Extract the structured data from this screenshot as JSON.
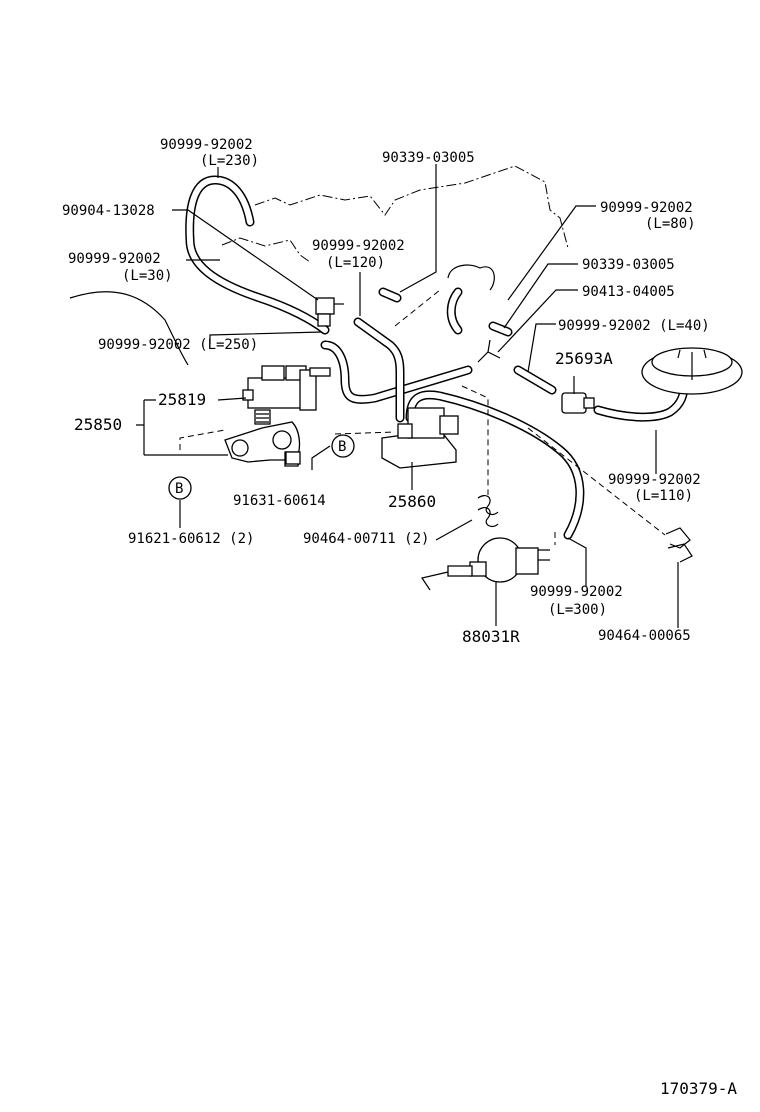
{
  "labels": {
    "hose_l230_part": "90999-92002",
    "hose_l230_len": "(L=230)",
    "clip_90339_top": "90339-03005",
    "hose_l80_part": "90999-92002",
    "hose_l80_len": "(L=80)",
    "part_90904": "90904-13028",
    "hose_l120_part": "90999-92002",
    "hose_l120_len": "(L=120)",
    "hose_l30_part": "90999-92002",
    "hose_l30_len": "(L=30)",
    "clip_90339_right": "90339-03005",
    "joint_90413": "90413-04005",
    "hose_l40": "90999-92002 (L=40)",
    "hose_l250": "90999-92002 (L=250)",
    "part_25693A": "25693A",
    "part_25819": "25819",
    "part_25850": "25850",
    "hose_l110_part": "90999-92002",
    "hose_l110_len": "(L=110)",
    "ref_b_right": "B",
    "bolt_91631": "91631-60614",
    "part_25860": "25860",
    "ref_b_left": "B",
    "clamp_90464_00711": "90464-00711 (2)",
    "bolt_91621": "91621-60612 (2)",
    "hose_l300_part": "90999-92002",
    "hose_l300_len": "(L=300)",
    "clamp_90464_00065": "90464-00065",
    "part_88031R": "88031R",
    "figure_id": "170379-A"
  }
}
